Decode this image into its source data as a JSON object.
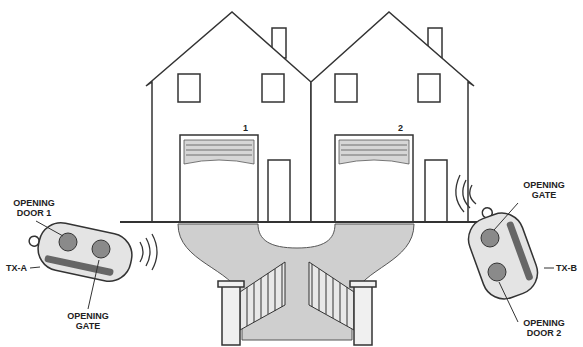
{
  "diagram": {
    "labels": [
      "1",
      "2",
      "OPENING DOOR 1",
      "TX-A",
      "OPENING GATE",
      "OPENING GATE",
      "TX-B",
      "OPENING DOOR 2"
    ]
  }
}
